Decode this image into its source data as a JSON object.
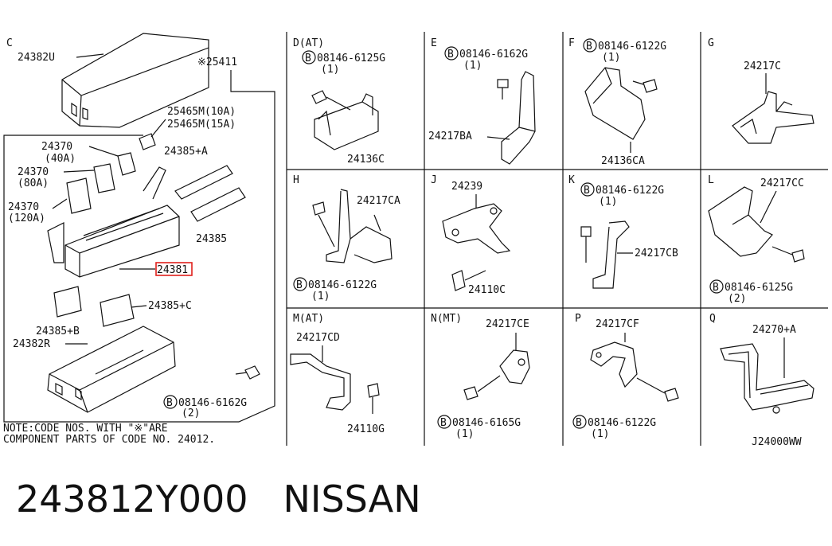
{
  "main_panel": {
    "section": "C",
    "labels": {
      "cover_top": "24382U",
      "assembly": "※25411",
      "fuse_10a": "25465M(10A)",
      "fuse_15a": "25465M(15A)",
      "fuse_40a_code": "24370",
      "fuse_40a_rating": "(40A)",
      "fuse_80a_code": "24370",
      "fuse_80a_rating": "(80A)",
      "fuse_120a_code": "24370",
      "fuse_120a_rating": "(120A)",
      "cover_a": "24385+A",
      "cover": "24385",
      "block": "24381",
      "cover_c": "24385+C",
      "cover_b": "24385+B",
      "lower_cover": "24382R",
      "bolt_part": "08146-6162G",
      "bolt_qty": "(2)"
    },
    "note_line1": "NOTE:CODE NOS. WITH \"※\"ARE",
    "note_line2": "COMPONENT PARTS OF CODE NO. 24012."
  },
  "cells": [
    {
      "id": "D",
      "section": "D(AT)",
      "bolt": "08146-6125G",
      "qty": "(1)",
      "part": "24136C"
    },
    {
      "id": "E",
      "section": "E",
      "bolt": "08146-6162G",
      "qty": "(1)",
      "part": "24217BA"
    },
    {
      "id": "F",
      "section": "F",
      "bolt": "08146-6122G",
      "qty": "(1)",
      "part": "24136CA"
    },
    {
      "id": "G",
      "section": "G",
      "part": "24217C"
    },
    {
      "id": "H",
      "section": "H",
      "part": "24217CA",
      "bolt": "08146-6122G",
      "qty": "(1)"
    },
    {
      "id": "J",
      "section": "J",
      "part": "24239",
      "part2": "24110C"
    },
    {
      "id": "K",
      "section": "K",
      "bolt": "08146-6122G",
      "qty": "(1)",
      "part": "24217CB"
    },
    {
      "id": "L",
      "section": "L",
      "part": "24217CC",
      "bolt": "08146-6125G",
      "qty": "(2)"
    },
    {
      "id": "M",
      "section": "M(AT)",
      "part": "24217CD",
      "part2": "24110G"
    },
    {
      "id": "N",
      "section": "N(MT)",
      "part": "24217CE",
      "bolt": "08146-6165G",
      "qty": "(1)"
    },
    {
      "id": "P",
      "section": "P",
      "part": "24217CF",
      "bolt": "08146-6122G",
      "qty": "(1)"
    },
    {
      "id": "Q",
      "section": "Q",
      "part": "24270+A",
      "ref": "J24000WW"
    }
  ],
  "bolt_symbol": "B",
  "footer": {
    "part_number": "243812Y000",
    "brand": "NISSAN"
  },
  "colors": {
    "line": "#111111",
    "highlight": "#e0201c"
  }
}
